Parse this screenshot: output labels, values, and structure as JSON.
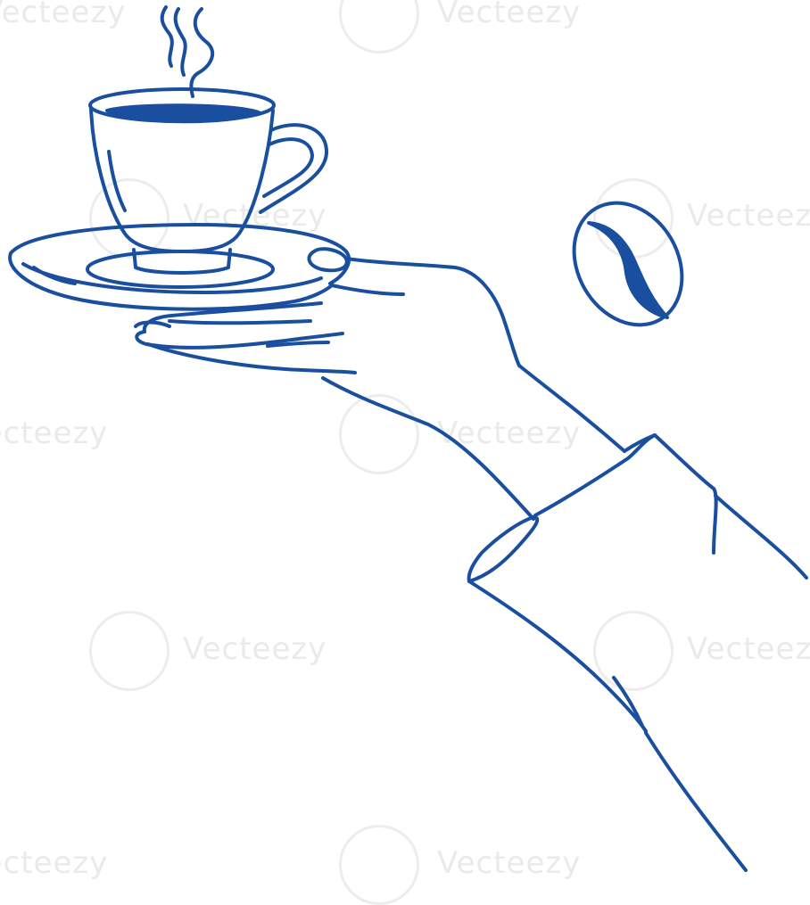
{
  "illustration": {
    "ink_color": "#1a4fa0",
    "background": "#ffffff",
    "elements": [
      "steam",
      "espresso-cup",
      "saucer",
      "hand",
      "sleeve",
      "coffee-bean"
    ]
  },
  "watermark": {
    "text": "Vecteezy",
    "color": "#d9d9d9"
  }
}
